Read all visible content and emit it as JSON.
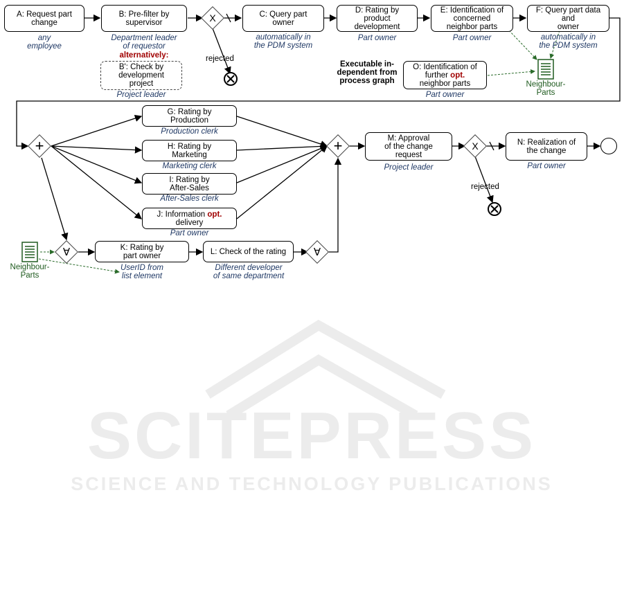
{
  "tasks": {
    "A": "A: Request part\nchange",
    "B": "B: Pre-filter by\nsupervisor",
    "Bp": "B': Check by\ndevelopment\nproject",
    "C": "C: Query part\nowner",
    "D": "D: Rating by\nproduct\ndevelopment",
    "E": "E: Identification of\nconcerned\nneighbor parts",
    "F": "F: Query part data\nand\nowner",
    "O_prefix": "O: Identification of\nfurther",
    "O_opt": "opt.",
    "O_suffix": "neighbor parts",
    "G": "G: Rating by\nProduction",
    "H": "H: Rating by\nMarketing",
    "I": "I: Rating by\nAfter-Sales",
    "J_prefix": "J: Information",
    "J_opt": "opt.",
    "J_suffix": "delivery",
    "K": "K: Rating by\npart owner",
    "L": "L: Check of the rating",
    "M": "M: Approval\nof the change\nrequest",
    "N": "N: Realization of\nthe change"
  },
  "roles": {
    "A": "any\nemployee",
    "B": "Department leader\nof requestor",
    "B_alt": "alternatively:",
    "Bp": "Project leader",
    "C": "automatically in\nthe PDM system",
    "D": "Part owner",
    "E": "Part owner",
    "F": "automatically in\nthe PDM system",
    "O": "Part owner",
    "G": "Production clerk",
    "H": "Marketing clerk",
    "I": "After-Sales clerk",
    "J": "Part owner",
    "K": "UserID from\nlist element",
    "L": "Different developer\nof same department",
    "M": "Project leader",
    "N": "Part owner"
  },
  "notes": {
    "executable": "Executable in-\ndependent from\nprocess graph",
    "rejected1": "rejected",
    "rejected2": "rejected"
  },
  "documents": {
    "doc1": "Neighbour-\nParts",
    "doc2": "Neighbour-\nParts"
  },
  "gateways": {
    "xor": "X",
    "and": "+",
    "loop": "∀"
  },
  "watermark": {
    "title": "SCITEPRESS",
    "subtitle": "SCIENCE AND TECHNOLOGY PUBLICATIONS"
  },
  "colors": {
    "role_text": "#1f3864",
    "highlight_red": "#a00000",
    "doc_green": "#1e5a1e",
    "watermark": "#ececec"
  }
}
